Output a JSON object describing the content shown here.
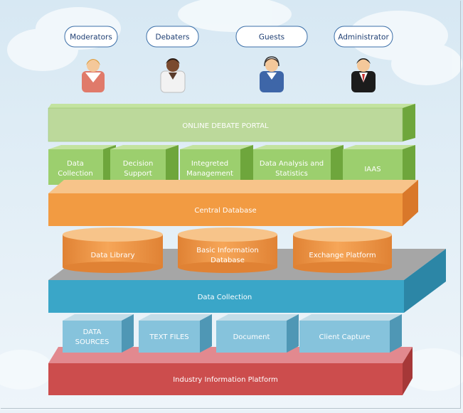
{
  "roles": [
    {
      "label": "Moderators"
    },
    {
      "label": "Debaters"
    },
    {
      "label": "Guests"
    },
    {
      "label": "Administrator"
    }
  ],
  "portal": {
    "label": "ONLINE DEBATE PORTAL"
  },
  "modules": [
    {
      "line1": "Data",
      "line2": "Collection"
    },
    {
      "line1": "Decision",
      "line2": "Support"
    },
    {
      "line1": "Integreted",
      "line2": "Management"
    },
    {
      "line1": "Data Analysis and",
      "line2": "Statistics"
    },
    {
      "line1": "IAAS",
      "line2": ""
    }
  ],
  "central_db": {
    "label": "Central Database"
  },
  "databases": [
    {
      "line1": "Data Library",
      "line2": ""
    },
    {
      "line1": "Basic Information",
      "line2": "Database"
    },
    {
      "line1": "Exchange Platform",
      "line2": ""
    }
  ],
  "data_collection": {
    "label": "Data Collection"
  },
  "sources": [
    {
      "line1": "DATA",
      "line2": "SOURCES"
    },
    {
      "line1": "TEXT FILES",
      "line2": ""
    },
    {
      "line1": "Document",
      "line2": ""
    },
    {
      "line1": "Client Capture",
      "line2": ""
    }
  ],
  "industry": {
    "label": "Industry Information Platform"
  },
  "colors": {
    "green_front": "#9ccf6e",
    "green_top": "#c3e3a0",
    "green_side": "#6ea63c",
    "portal_front": "#bcd99b",
    "orange_front": "#f29b42",
    "orange_top": "#f7c48a",
    "orange_side": "#d9782a",
    "blue_front": "#3aa6c8",
    "blue_top": "#a6a6a6",
    "blue_side": "#2c86a6",
    "lightblue_front": "#86c3dc",
    "lightblue_top": "#c3dde8",
    "lightblue_side": "#4f97b5",
    "red_front": "#cc4d4d",
    "red_top": "#e2898f",
    "red_side": "#a63838"
  }
}
